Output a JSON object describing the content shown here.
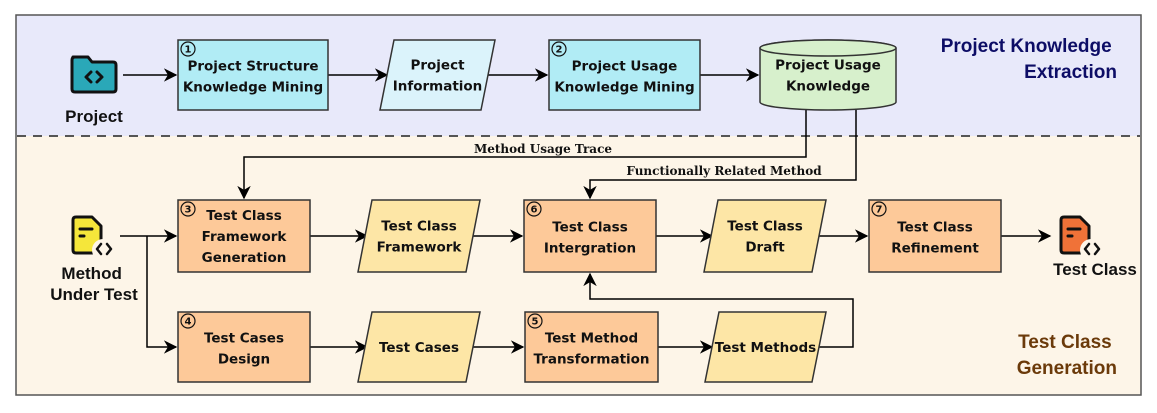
{
  "sections": {
    "top": {
      "title_lines": [
        "Project Knowledge",
        "Extraction"
      ],
      "fill": "#e8e9fa",
      "title_color": "#0d0d66"
    },
    "bottom": {
      "title_lines": [
        "Test Class",
        "Generation"
      ],
      "fill": "#fdf5e8",
      "title_color": "#6b3a0a"
    }
  },
  "icons": {
    "project": {
      "label_lines": [
        "Project"
      ],
      "icon": "code-folder-icon",
      "color": "#2aa8b8"
    },
    "method_under_test": {
      "label_lines": [
        "Method",
        "Under Test"
      ],
      "icon": "code-file-icon",
      "color": "#f5e63a"
    },
    "test_class": {
      "label_lines": [
        "Test Class"
      ],
      "icon": "code-file-icon",
      "color": "#f07238"
    }
  },
  "nodes": {
    "step1": {
      "badge": "1",
      "lines": [
        "Project Structure",
        "Knowledge Mining"
      ],
      "shape": "process",
      "fill": "#b1ecf5"
    },
    "project_info": {
      "lines": [
        "Project",
        "Information"
      ],
      "shape": "data",
      "fill": "#dbf3fb"
    },
    "step2": {
      "badge": "2",
      "lines": [
        "Project Usage",
        "Knowledge Mining"
      ],
      "shape": "process",
      "fill": "#b1ecf5"
    },
    "usage_knowledge": {
      "lines": [
        "Project Usage",
        "Knowledge"
      ],
      "shape": "database",
      "fill": "#d7f0cc"
    },
    "step3": {
      "badge": "3",
      "lines": [
        "Test Class",
        "Framework",
        "Generation"
      ],
      "shape": "process",
      "fill": "#fdc999"
    },
    "framework": {
      "lines": [
        "Test Class",
        "Framework"
      ],
      "shape": "data",
      "fill": "#fde6a6"
    },
    "step6": {
      "badge": "6",
      "lines": [
        "Test Class",
        "Intergration"
      ],
      "shape": "process",
      "fill": "#fdc999"
    },
    "draft": {
      "lines": [
        "Test Class",
        "Draft"
      ],
      "shape": "data",
      "fill": "#fde6a6"
    },
    "step7": {
      "badge": "7",
      "lines": [
        "Test Class",
        "Refinement"
      ],
      "shape": "process",
      "fill": "#fdc999"
    },
    "step4": {
      "badge": "4",
      "lines": [
        "Test Cases",
        "Design"
      ],
      "shape": "process",
      "fill": "#fdc999"
    },
    "test_cases": {
      "lines": [
        "Test Cases"
      ],
      "shape": "data",
      "fill": "#fde6a6"
    },
    "step5": {
      "badge": "5",
      "lines": [
        "Test Method",
        "Transformation"
      ],
      "shape": "process",
      "fill": "#fdc999"
    },
    "test_methods": {
      "lines": [
        "Test Methods"
      ],
      "shape": "data",
      "fill": "#fde6a6"
    }
  },
  "edge_labels": {
    "method_usage_trace": "Method Usage Trace",
    "functionally_related": "Functionally Related Method"
  }
}
